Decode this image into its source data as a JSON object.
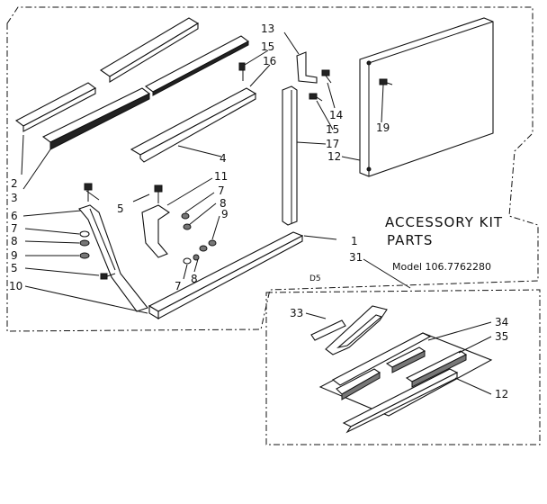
{
  "title_line1": "ACCESSORY KIT",
  "title_line2": "PARTS",
  "model_label": "Model 106.7762280",
  "page_code": "D5",
  "callouts": {
    "c1": "1",
    "c2": "2",
    "c3": "3",
    "c4": "4",
    "c5a": "5",
    "c5b": "5",
    "c6": "6",
    "c7a": "7",
    "c7b": "7",
    "c8a": "8",
    "c8b": "8",
    "c8c": "8",
    "c9a": "9",
    "c9b": "9",
    "c10": "10",
    "c11": "11",
    "c12a": "12",
    "c12b": "12",
    "c13": "13",
    "c14": "14",
    "c15a": "15",
    "c15b": "15",
    "c16": "16",
    "c17": "17",
    "c19": "19",
    "c31": "31",
    "c33": "33",
    "c34": "34",
    "c35": "35"
  }
}
